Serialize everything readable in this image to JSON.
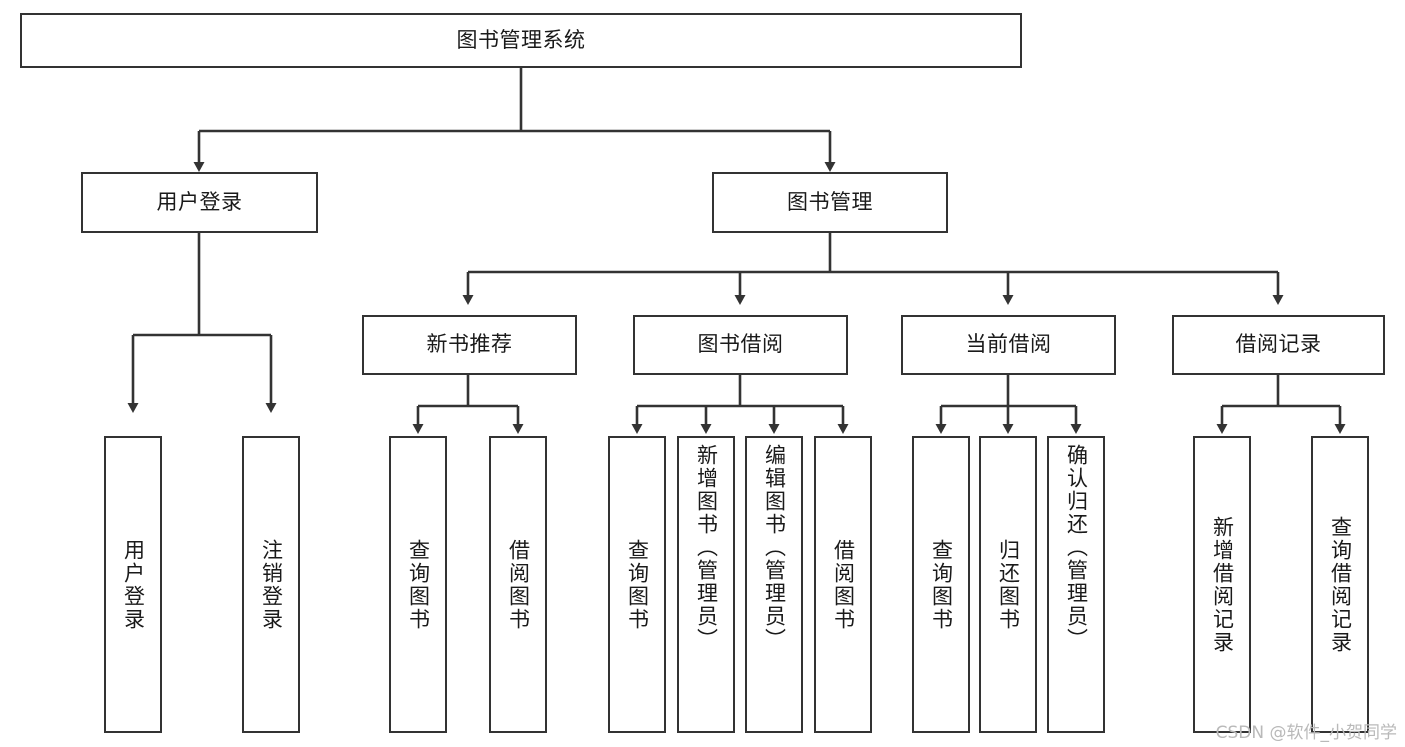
{
  "diagram": {
    "type": "tree-hierarchy-chart",
    "title": "图书管理系统",
    "root": {
      "id": "root",
      "label": "图书管理系统",
      "orientation": "horizontal"
    },
    "level2": [
      {
        "id": "user-login",
        "label": "用户登录",
        "orientation": "horizontal"
      },
      {
        "id": "book-management",
        "label": "图书管理",
        "orientation": "horizontal"
      }
    ],
    "level3": [
      {
        "id": "new-book-recommend",
        "label": "新书推荐",
        "parent": "book-management",
        "orientation": "horizontal"
      },
      {
        "id": "book-borrow",
        "label": "图书借阅",
        "parent": "book-management",
        "orientation": "horizontal"
      },
      {
        "id": "current-borrow",
        "label": "当前借阅",
        "parent": "book-management",
        "orientation": "horizontal"
      },
      {
        "id": "borrow-record",
        "label": "借阅记录",
        "parent": "book-management",
        "orientation": "horizontal"
      }
    ],
    "leaves": [
      {
        "id": "leaf-user-login",
        "label": "用户登录",
        "parent": "user-login",
        "orientation": "vertical"
      },
      {
        "id": "leaf-user-logout",
        "label": "注销登录",
        "parent": "user-login",
        "orientation": "vertical"
      },
      {
        "id": "leaf-query-book-1",
        "label": "查询图书",
        "parent": "new-book-recommend",
        "orientation": "vertical"
      },
      {
        "id": "leaf-borrow-book-1",
        "label": "借阅图书",
        "parent": "new-book-recommend",
        "orientation": "vertical"
      },
      {
        "id": "leaf-query-book-2",
        "label": "查询图书",
        "parent": "book-borrow",
        "orientation": "vertical"
      },
      {
        "id": "leaf-add-book",
        "label": "新增图书（管理员）",
        "parent": "book-borrow",
        "orientation": "vertical"
      },
      {
        "id": "leaf-edit-book",
        "label": "编辑图书（管理员）",
        "parent": "book-borrow",
        "orientation": "vertical"
      },
      {
        "id": "leaf-borrow-book-2",
        "label": "借阅图书",
        "parent": "book-borrow",
        "orientation": "vertical"
      },
      {
        "id": "leaf-query-book-3",
        "label": "查询图书",
        "parent": "current-borrow",
        "orientation": "vertical"
      },
      {
        "id": "leaf-return-book",
        "label": "归还图书",
        "parent": "current-borrow",
        "orientation": "vertical"
      },
      {
        "id": "leaf-confirm-return",
        "label": "确认归还（管理员）",
        "parent": "current-borrow",
        "orientation": "vertical"
      },
      {
        "id": "leaf-add-record",
        "label": "新增借阅记录",
        "parent": "borrow-record",
        "orientation": "vertical"
      },
      {
        "id": "leaf-query-record",
        "label": "查询借阅记录",
        "parent": "borrow-record",
        "orientation": "vertical"
      }
    ]
  },
  "watermark": {
    "text": "CSDN @软件_小贺同学"
  },
  "colors": {
    "background": "#ffffff",
    "box_border": "#333333",
    "box_fill": "#ffffff",
    "connector": "#333333",
    "text": "#1a1a1a",
    "watermark": "#b9b9b9"
  }
}
